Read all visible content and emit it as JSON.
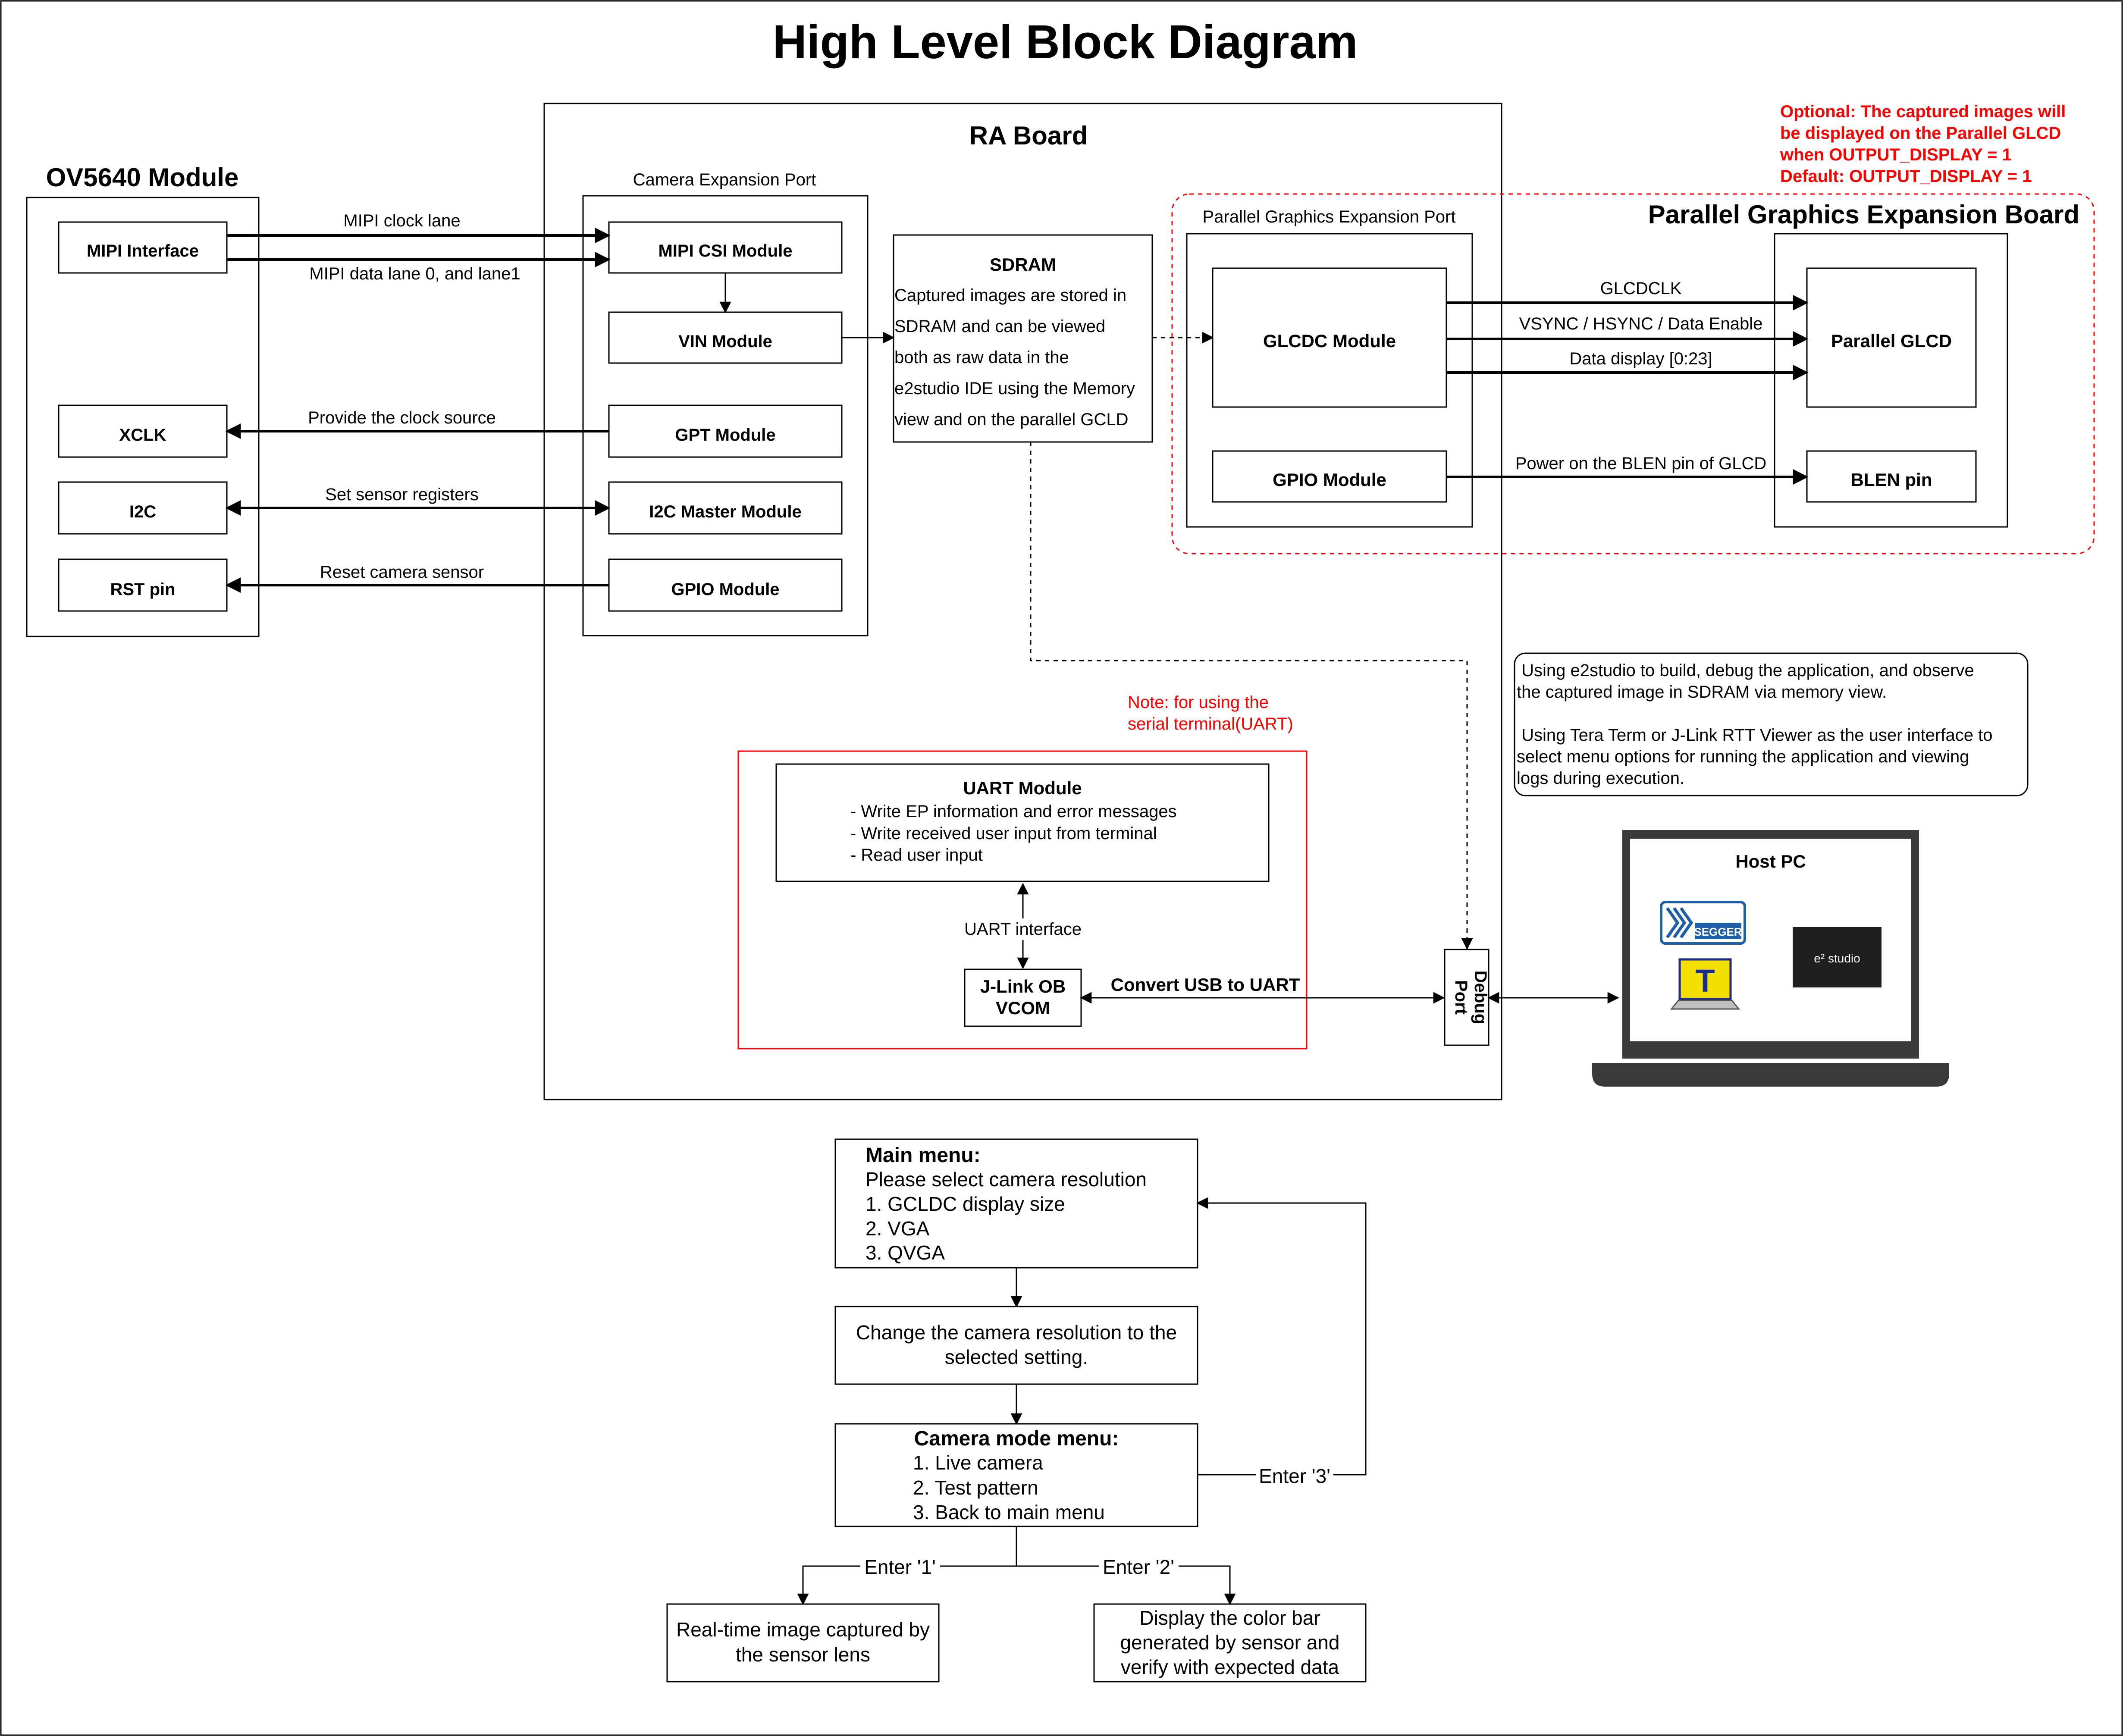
{
  "title": "High Level Block Diagram",
  "ov5640": {
    "title": "OV5640 Module",
    "mipi_interface": "MIPI Interface",
    "xclk": "XCLK",
    "i2c": "I2C",
    "rst_pin": "RST pin"
  },
  "ra_board": {
    "title": "RA Board",
    "camera_port_label": "Camera Expansion Port",
    "mipi_csi": "MIPI CSI Module",
    "vin": "VIN Module",
    "gpt": "GPT Module",
    "i2c_master": "I2C Master Module",
    "gpio": "GPIO Module",
    "sdram_title": "SDRAM",
    "sdram_lines": [
      "Captured images are stored in",
      "SDRAM and can be viewed",
      "both as raw data in the",
      "e2studio IDE using the Memory",
      "view and on the parallel GCLD"
    ],
    "uart_note_lines": [
      "Note: for using the",
      "serial terminal(UART)"
    ],
    "uart_module_title": "UART Module",
    "uart_module_lines": [
      "- Write EP information and error messages",
      "- Write received user input from terminal",
      "- Read user input"
    ],
    "uart_interface": "UART interface",
    "jlink_lines": [
      "J-Link OB",
      "VCOM"
    ],
    "convert_usb": "Convert USB to UART",
    "debug_port_lines": [
      "Debug",
      "Port"
    ]
  },
  "connections": {
    "mipi_clock": "MIPI clock lane",
    "mipi_data": "MIPI data lane 0, and lane1",
    "clock_source": "Provide the clock source",
    "sensor_registers": "Set sensor registers",
    "reset_sensor": "Reset camera sensor",
    "glcdclk": "GLCDCLK",
    "vsync": "VSYNC / HSYNC / Data Enable",
    "data_display": "Data display [0:23]",
    "power_blen": "Power on the BLEN pin of GLCD"
  },
  "graphics": {
    "optional_note_lines": [
      "Optional: The captured images will",
      "be displayed on the Parallel GLCD",
      "when OUTPUT_DISPLAY = 1",
      "Default: OUTPUT_DISPLAY = 1"
    ],
    "board_title": "Parallel Graphics Expansion Board",
    "port_label": "Parallel Graphics Expansion Port",
    "glcdc": "GLCDC Module",
    "gpio": "GPIO Module",
    "parallel_glcd": "Parallel GLCD",
    "blen_pin": "BLEN pin"
  },
  "info_box_lines": [
    " Using e2studio to build, debug the application, and observe",
    "the captured image in SDRAM via memory view.",
    "",
    " Using Tera Term or J-Link RTT Viewer as the user interface to",
    "select menu options for running the application and viewing",
    "logs during execution."
  ],
  "host_pc": {
    "title": "Host PC",
    "segger_logo": "SEGGER",
    "teraterm_glyph": "T",
    "e2studio_logo": "e² studio"
  },
  "flow": {
    "main_menu_title": "Main menu:",
    "main_menu_lines": [
      "Please select camera resolution",
      "1. GCLDC display size",
      "2. VGA",
      "3. QVGA"
    ],
    "change_lines": [
      "Change the camera resolution to the",
      "selected setting."
    ],
    "camera_menu_title": "Camera mode menu:",
    "camera_menu_lines": [
      "1. Live camera",
      "2. Test pattern",
      "3. Back to main menu"
    ],
    "enter3": "Enter '3'",
    "enter1": "Enter '1'",
    "enter2": "Enter '2'",
    "realtime_lines": [
      "Real-time image captured by",
      "the sensor lens"
    ],
    "colorbar_lines": [
      "Display the color bar",
      "generated by sensor and",
      "verify with expected data"
    ]
  },
  "colors": {
    "line": "#000000",
    "note_red": "#ff0000",
    "dashed_red": "#ff0000",
    "laptop_frame": "#3a3a3a",
    "segger_blue": "#1f5fa8",
    "teraterm_yellow": "#f4e000",
    "e2_dark": "#1e1e1e"
  }
}
